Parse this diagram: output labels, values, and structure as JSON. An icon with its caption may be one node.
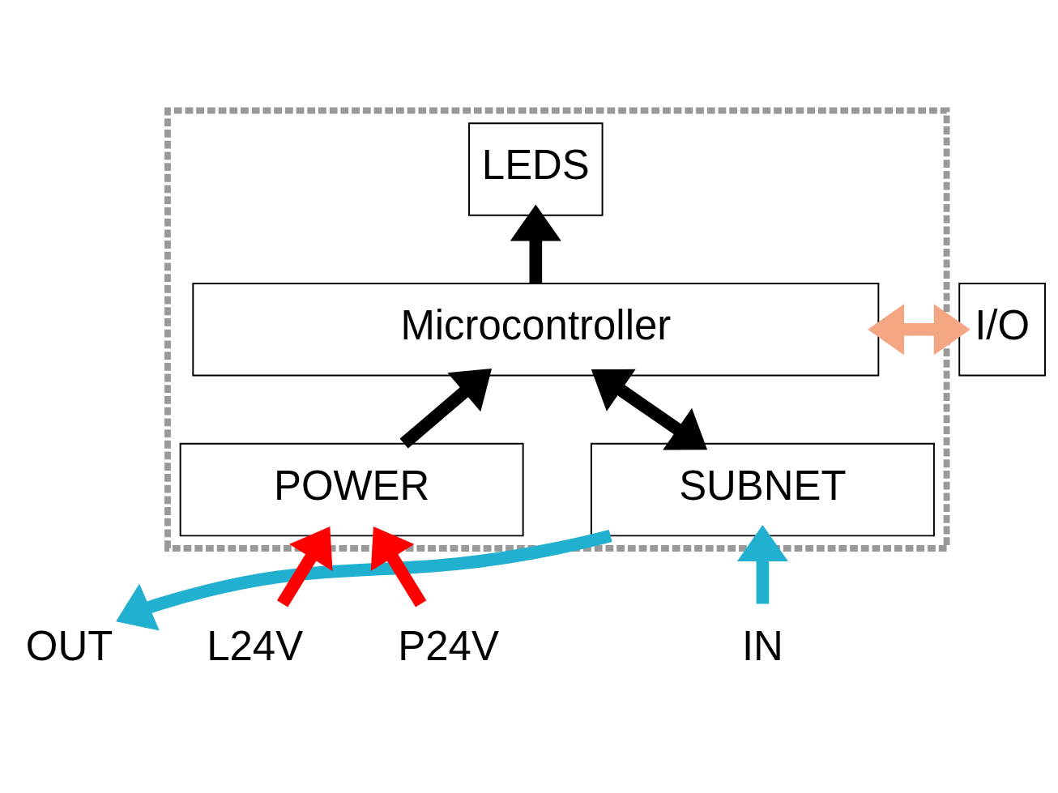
{
  "diagram": {
    "nodes": [
      {
        "text": [],
        "shape": "box"
      },
      {
        "text": [
          "LEDS"
        ],
        "in": 0
      },
      {
        "text": [
          "Microcontroller"
        ],
        "in": 0
      },
      {
        "text": [
          "I/O"
        ]
      },
      {
        "text": [
          "POWER"
        ],
        "in": 0
      },
      {
        "text": [
          "SUBNET"
        ],
        "in": 0
      },
      {
        "text": [
          "L24V"
        ]
      },
      {
        "text": [
          "P24V"
        ]
      },
      {
        "text": [
          "IN"
        ]
      },
      {
        "text": [
          "OUT"
        ]
      }
    ],
    "edges": [
      {
        "from": 2,
        "to": 1,
        "arrow": "to"
      },
      {
        "from": 2,
        "to": 3,
        "arrow": "both",
        "color": "#f4a582"
      },
      {
        "from": 4,
        "to": 2,
        "arrow": "to"
      },
      {
        "from": 2,
        "to": 5,
        "arrow": "both"
      },
      {
        "from": 6,
        "to": 4,
        "arrow": "to",
        "color": "#ff0000"
      },
      {
        "from": 7,
        "to": 4,
        "arrow": "to",
        "color": "#ff0000"
      },
      {
        "from": 8,
        "to": 5,
        "arrow": "to",
        "color": "#22b0d0"
      },
      {
        "from": 5,
        "to": 9,
        "arrow": "to",
        "color": "#22b0d0"
      }
    ]
  }
}
